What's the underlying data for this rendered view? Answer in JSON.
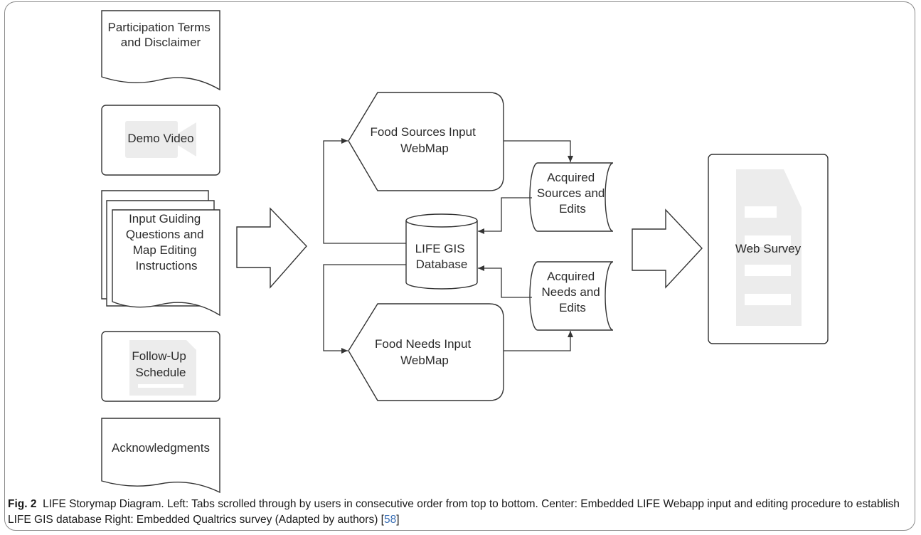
{
  "left_tabs": {
    "terms": "Participation Terms and Disclaimer",
    "demo_video": "Demo Video",
    "guiding_questions": "Input Guiding Questions and Map Editing Instructions",
    "follow_up": "Follow-Up Schedule",
    "acknowledgments": "Acknowledgments"
  },
  "center": {
    "sources_webmap": "Food Sources Input WebMap",
    "needs_webmap": "Food Needs Input WebMap",
    "database": "LIFE GIS Database",
    "acquired_sources": "Acquired Sources and Edits",
    "acquired_needs": "Acquired Needs and Edits"
  },
  "right": {
    "web_survey": "Web Survey"
  },
  "icons": {
    "video": "video-camera-icon",
    "document": "document-icon"
  },
  "caption": {
    "label": "Fig. 2",
    "text": "LIFE Storymap Diagram. Left: Tabs scrolled through by users in consecutive order from top to bottom. Center: Embedded LIFE Webapp input and editing procedure to establish LIFE GIS database Right: Embedded Qualtrics survey (Adapted by authors) [",
    "ref": "58",
    "end": "]"
  }
}
